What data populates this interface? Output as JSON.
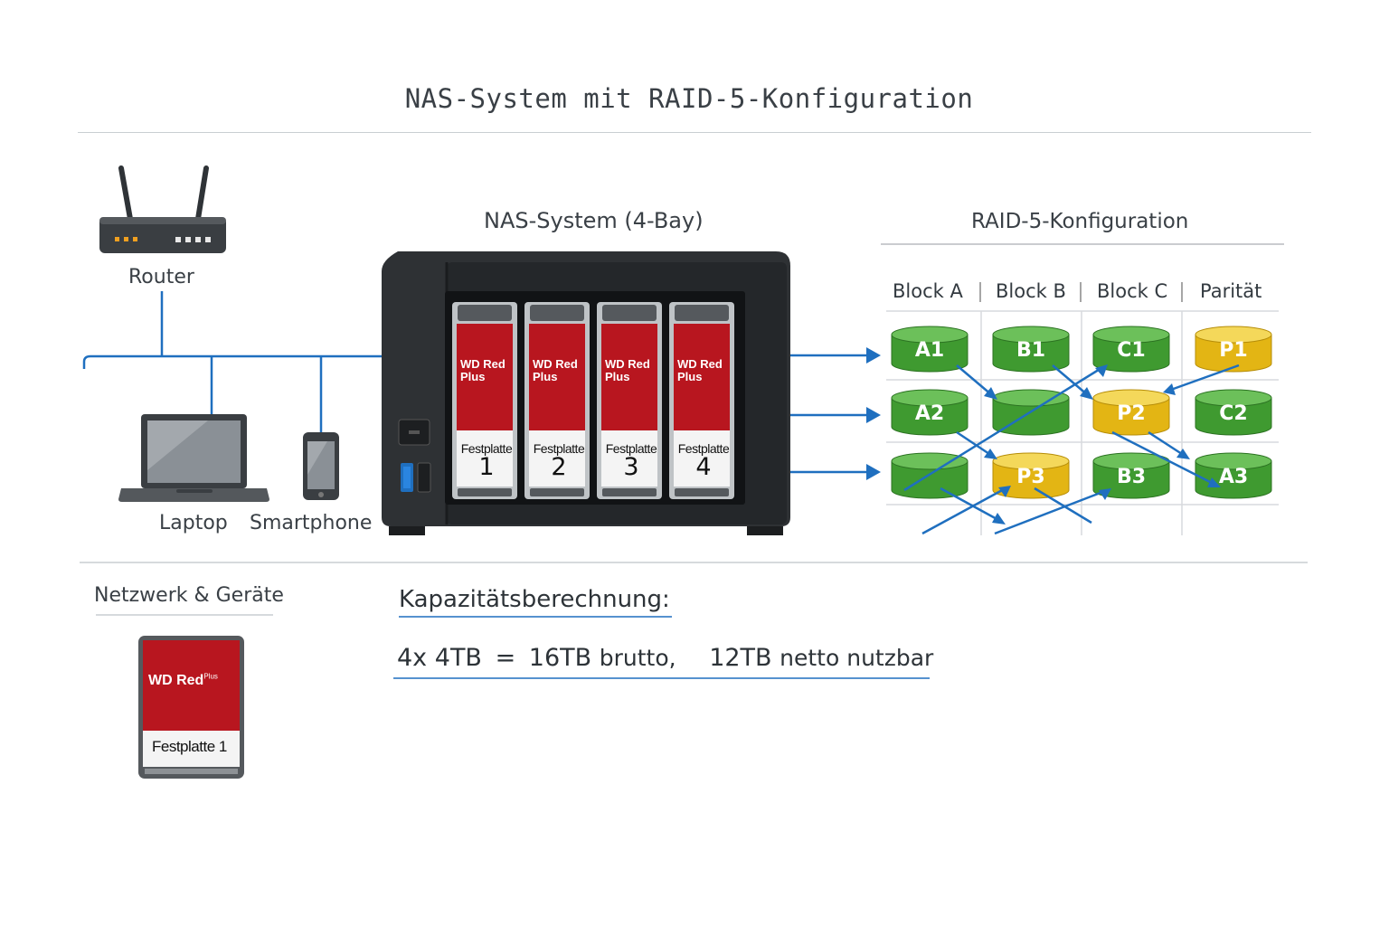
{
  "title": "NAS-System mit RAID-5-Konfiguration",
  "devices": {
    "router": "Router",
    "laptop": "Laptop",
    "smartphone": "Smartphone"
  },
  "nas": {
    "title": "NAS-System (4-Bay)",
    "bays": [
      {
        "brand_line1": "WD Red",
        "brand_line2": "Plus",
        "label": "Festplatte",
        "number": "1"
      },
      {
        "brand_line1": "WD Red",
        "brand_line2": "Plus",
        "label": "Festplatte",
        "number": "2"
      },
      {
        "brand_line1": "WD Red",
        "brand_line2": "Plus",
        "label": "Festplatte",
        "number": "3"
      },
      {
        "brand_line1": "WD Red",
        "brand_line2": "Plus",
        "label": "Festplatte",
        "number": "4"
      }
    ]
  },
  "raid": {
    "title": "RAID-5-Konfiguration",
    "columns": [
      "Block A",
      "Block B",
      "Block C",
      "Parität"
    ],
    "rows": [
      [
        {
          "label": "A1",
          "color": "green"
        },
        {
          "label": "B1",
          "color": "green"
        },
        {
          "label": "C1",
          "color": "green"
        },
        {
          "label": "P1",
          "color": "yellow"
        }
      ],
      [
        {
          "label": "A2",
          "color": "green"
        },
        {
          "label": "",
          "color": "green"
        },
        {
          "label": "P2",
          "color": "yellow"
        },
        {
          "label": "C2",
          "color": "green"
        }
      ],
      [
        {
          "label": "",
          "color": "green"
        },
        {
          "label": "P3",
          "color": "yellow"
        },
        {
          "label": "B3",
          "color": "green"
        },
        {
          "label": "A3",
          "color": "green"
        }
      ]
    ]
  },
  "legend_section": {
    "title": "Netzwerk & Geräte",
    "drive": {
      "brand": "WD Red",
      "brand_suffix": "Plus",
      "label": "Festplatte 1"
    }
  },
  "capacity": {
    "title": "Kapazitätsberechnung:",
    "count": "4x",
    "drive_size": "4TB",
    "equals": "=",
    "gross_value": "16TB",
    "gross_label": "brutto,",
    "net_value": "12TB",
    "net_label": "netto nutzbar"
  },
  "colors": {
    "line_blue": "#1f6fbf",
    "drive_red": "#b8161f",
    "green_block": "#3f9a30",
    "yellow_block": "#e3b514",
    "nas_body": "#2e3134"
  }
}
